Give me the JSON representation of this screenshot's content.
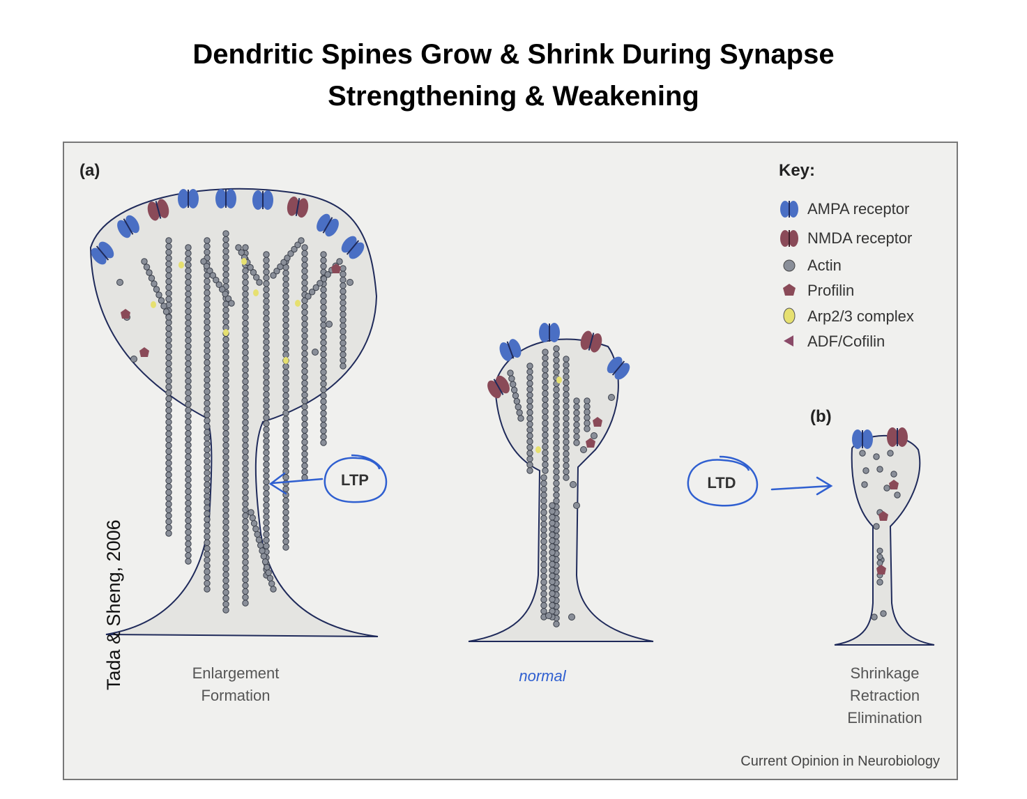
{
  "title": {
    "line1": "Dendritic Spines Grow & Shrink During Synapse",
    "line2": "Strengthening & Weakening"
  },
  "figure": {
    "panel_a": "(a)",
    "panel_b": "(b)",
    "key": {
      "heading": "Key:",
      "items": [
        {
          "label": "AMPA receptor",
          "icon": "ampa-receptor-icon",
          "color": "#4a6fc4"
        },
        {
          "label": "NMDA receptor",
          "icon": "nmda-receptor-icon",
          "color": "#8a4a58"
        },
        {
          "label": "Actin",
          "icon": "actin-icon",
          "color": "#8a8f99"
        },
        {
          "label": "Profilin",
          "icon": "profilin-icon",
          "color": "#8a4a58"
        },
        {
          "label": "Arp2/3 complex",
          "icon": "arp23-icon",
          "color": "#e6e070"
        },
        {
          "label": "ADF/Cofilin",
          "icon": "cofilin-icon",
          "color": "#8a4a68"
        }
      ]
    },
    "spines": [
      {
        "id": "large",
        "caption": [
          "Enlargement",
          "Formation"
        ]
      },
      {
        "id": "normal",
        "caption": [
          "normal"
        ]
      },
      {
        "id": "small",
        "caption": [
          "Shrinkage",
          "Retraction",
          "Elimination"
        ]
      }
    ],
    "annotations": {
      "ltp": "LTP",
      "ltd": "LTD"
    },
    "source": "Current Opinion in Neurobiology",
    "credit": "Tada & Sheng, 2006"
  },
  "colors": {
    "annotation_blue": "#2f5fd0",
    "spine_fill": "#e4e4e1",
    "spine_outline": "#1f2a5a"
  }
}
